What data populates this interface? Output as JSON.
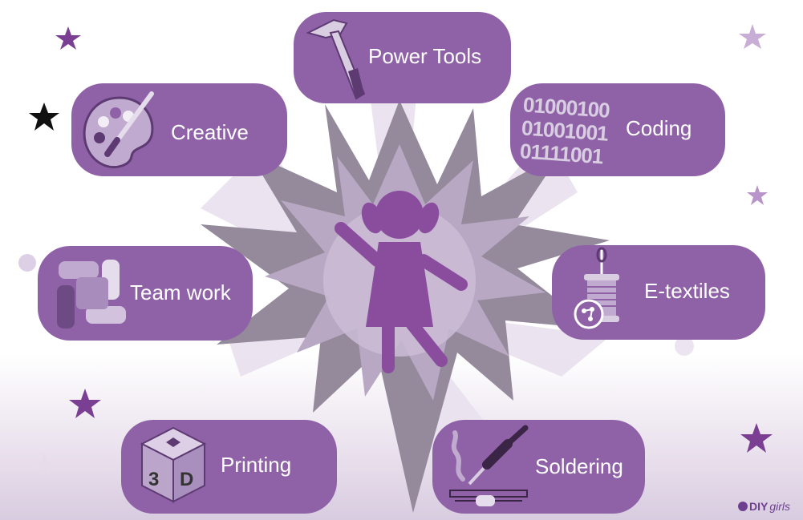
{
  "skills": {
    "power_tools": "Power Tools",
    "creative": "Creative",
    "coding": "Coding",
    "team_work": "Team work",
    "etextiles": "E-textiles",
    "printing": "Printing",
    "soldering": "Soldering"
  },
  "coding_digits": [
    "01000100",
    "01001001",
    "01111001"
  ],
  "cube_text": {
    "three": "3",
    "d": "D"
  },
  "brand": {
    "name": "DIY",
    "suffix": "girls"
  },
  "colors": {
    "pill": "#8f62a8",
    "girl": "#8a4d9e",
    "burst_dark": "#97899f",
    "burst_light": "#e9e1ee",
    "star_dark": "#7a3f93"
  },
  "icons": [
    "hammer-icon",
    "palette-icon",
    "binary-icon",
    "hands-icon",
    "spool-icon",
    "cube-3d-icon",
    "soldering-iron-icon",
    "girl-icon"
  ]
}
